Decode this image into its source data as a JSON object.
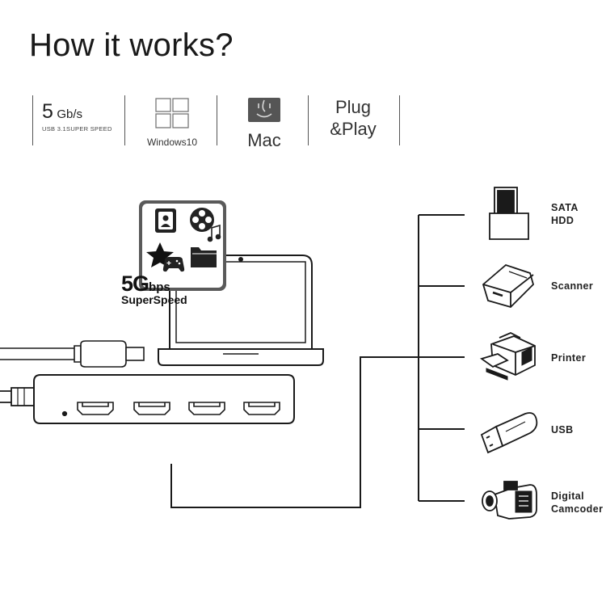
{
  "title": "How it works?",
  "features": {
    "speed": {
      "value": "5",
      "unit": "Gb/s",
      "caption": "USB 3.1SUPER SPEED"
    },
    "windows": {
      "label": "Windows10",
      "icon": "windows-logo-icon"
    },
    "mac": {
      "label": "Mac",
      "icon": "mac-finder-icon"
    },
    "plug": {
      "line1": "Plug",
      "line2": "&Play"
    }
  },
  "badge": {
    "value": "5G",
    "unit": "bps",
    "caption": "SuperSpeed"
  },
  "screen_icons": [
    "contacts-icon",
    "film-reel-icon",
    "music-note-icon",
    "star-icon",
    "gamepad-icon",
    "folder-icon"
  ],
  "devices": [
    {
      "line1": "SATA",
      "line2": "HDD",
      "icon": "hdd-dock-icon"
    },
    {
      "line1": "Scanner",
      "line2": "",
      "icon": "scanner-icon"
    },
    {
      "line1": "Printer",
      "line2": "",
      "icon": "printer-icon"
    },
    {
      "line1": "USB",
      "line2": "",
      "icon": "usb-stick-icon"
    },
    {
      "line1": "Digital",
      "line2": "Camcoder",
      "icon": "camcorder-icon"
    }
  ],
  "colors": {
    "line": "#1a1a1a",
    "text": "#1a1a1a",
    "tile": "#555555"
  }
}
